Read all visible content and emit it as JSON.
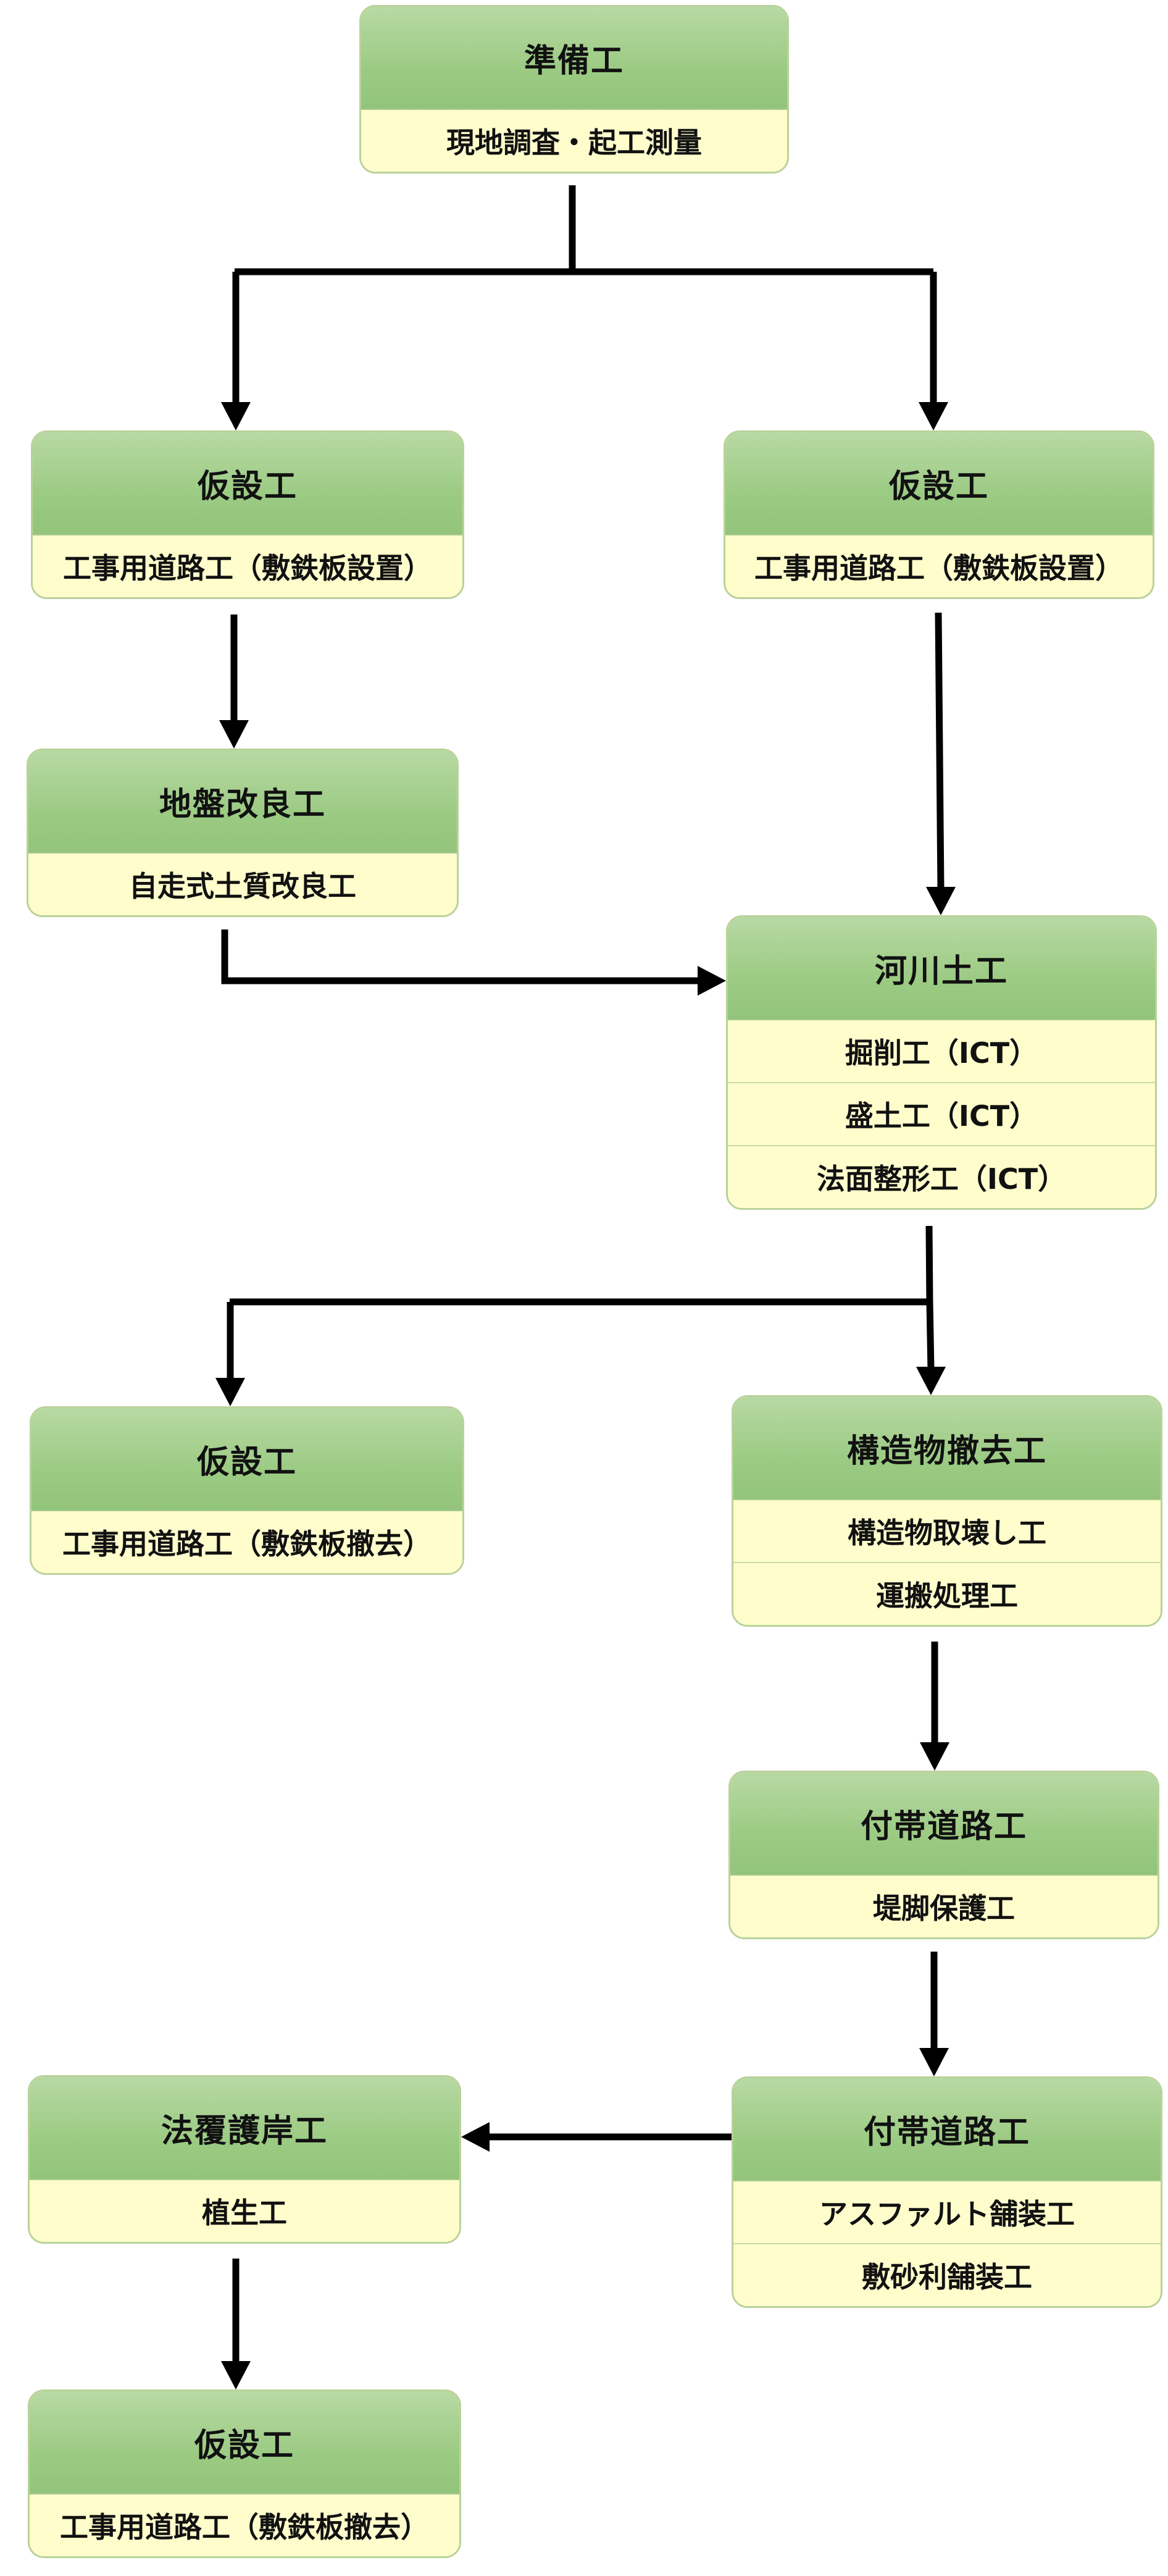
{
  "diagram": {
    "nodes": [
      {
        "id": "prep",
        "title": "準備工",
        "items": [
          "現地調査・起工測量"
        ]
      },
      {
        "id": "temp_left_1",
        "title": "仮設工",
        "items": [
          "工事用道路工（敷鉄板設置）"
        ]
      },
      {
        "id": "temp_right_1",
        "title": "仮設工",
        "items": [
          "工事用道路工（敷鉄板設置）"
        ]
      },
      {
        "id": "ground",
        "title": "地盤改良工",
        "items": [
          "自走式土質改良工"
        ]
      },
      {
        "id": "river",
        "title": "河川土工",
        "items": [
          "掘削工（ICT）",
          "盛土工（ICT）",
          "法面整形工（ICT）"
        ]
      },
      {
        "id": "temp_left_2",
        "title": "仮設工",
        "items": [
          "工事用道路工（敷鉄板撤去）"
        ]
      },
      {
        "id": "struct",
        "title": "構造物撤去工",
        "items": [
          "構造物取壊し工",
          "運搬処理工"
        ]
      },
      {
        "id": "road1",
        "title": "付帯道路工",
        "items": [
          "堤脚保護工"
        ]
      },
      {
        "id": "road2",
        "title": "付帯道路工",
        "items": [
          "アスファルト舗装工",
          "敷砂利舗装工"
        ]
      },
      {
        "id": "slope",
        "title": "法覆護岸工",
        "items": [
          "植生工"
        ]
      },
      {
        "id": "temp_left_3",
        "title": "仮設工",
        "items": [
          "工事用道路工（敷鉄板撤去）"
        ]
      }
    ],
    "edges": [
      {
        "from": "prep",
        "to": "temp_left_1"
      },
      {
        "from": "prep",
        "to": "temp_right_1"
      },
      {
        "from": "temp_left_1",
        "to": "ground"
      },
      {
        "from": "temp_right_1",
        "to": "river"
      },
      {
        "from": "ground",
        "to": "river"
      },
      {
        "from": "river",
        "to": "temp_left_2"
      },
      {
        "from": "river",
        "to": "struct"
      },
      {
        "from": "struct",
        "to": "road1"
      },
      {
        "from": "road1",
        "to": "road2"
      },
      {
        "from": "road2",
        "to": "slope"
      },
      {
        "from": "slope",
        "to": "temp_left_3"
      }
    ]
  },
  "colors": {
    "header": "#9ccb84",
    "body": "#fffdcc",
    "border": "#b9d29a",
    "connector": "#000000"
  }
}
